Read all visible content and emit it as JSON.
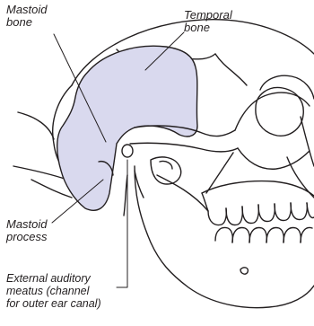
{
  "labels": {
    "mastoid_bone": "Mastoid\nbone",
    "temporal_bone": "Temporal\nbone",
    "mastoid_process": "Mastoid\nprocess",
    "ear_canal": "External auditory\nmeatus (channel\nfor outer ear canal)"
  },
  "colors": {
    "highlight": "#d9d9ee",
    "stroke": "#231f20",
    "background": "#ffffff"
  }
}
